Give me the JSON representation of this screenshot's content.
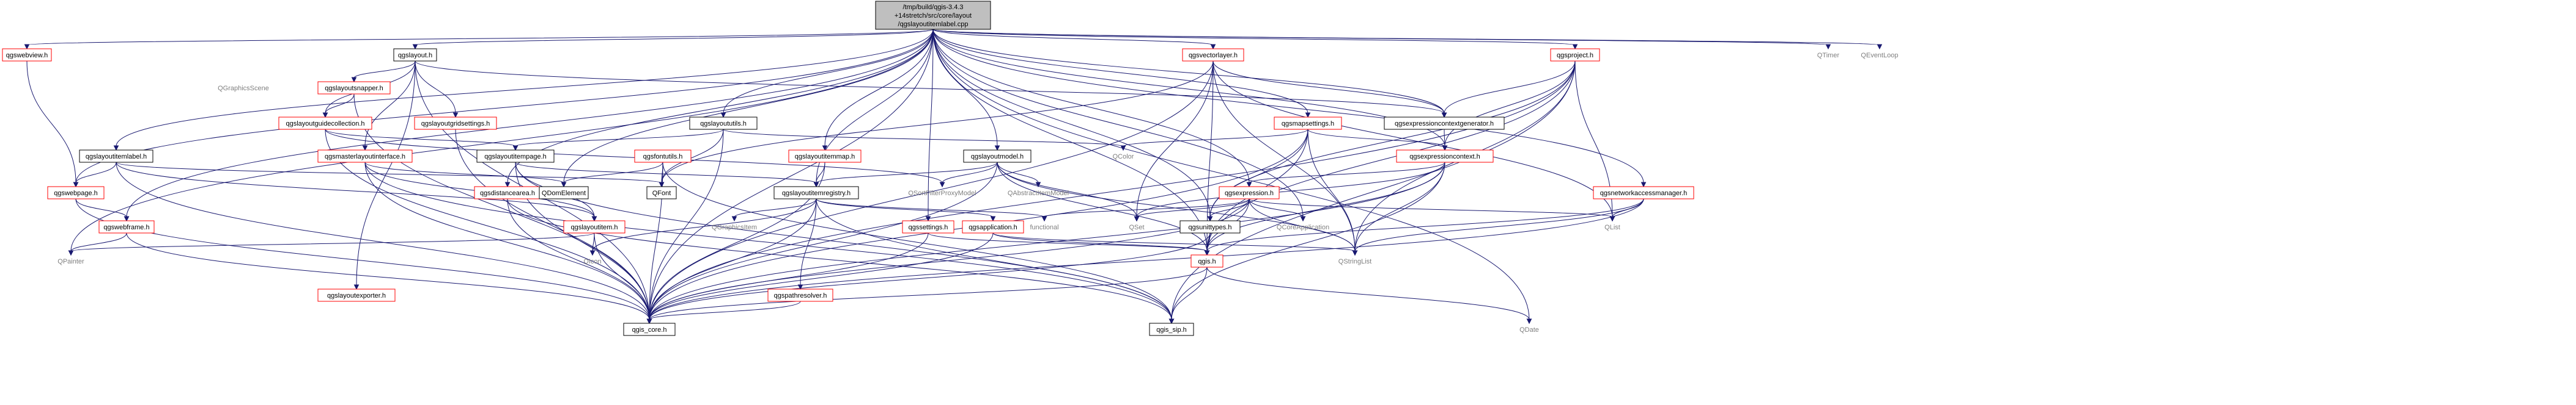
{
  "root_lines": [
    "/tmp/build/qgis-3.4.3",
    "+14stretch/src/core/layout",
    "/qgslayoutitemlabel.cpp"
  ],
  "nodes": {
    "qgswebview": "qgswebview.h",
    "qgslayout": "qgslayout.h",
    "qgsgraphicsscene": "QGraphicsScene",
    "qgslayoutsnapper": "qgslayoutsnapper.h",
    "qgslayoutguidecollection": "qgslayoutguidecollection.h",
    "qgslayoutgridsettings": "qgslayoutgridsettings.h",
    "qgslayoututils": "qgslayoututils.h",
    "qgslayoutitemlabel": "qgslayoutitemlabel.h",
    "qgswebpage": "qgswebpage.h",
    "qgswebframe": "qgswebframe.h",
    "qgsmasterlayoutinterface": "qgsmasterlayoutinterface.h",
    "qgslayoutitempage": "qgslayoutitempage.h",
    "qgsfontutils": "qgsfontutils.h",
    "qgslayoutitemmap": "qgslayoutitemmap.h",
    "qgsdistancearea": "qgsdistancearea.h",
    "qdomelement": "QDomElement",
    "qfont": "QFont",
    "qgslayoutitemregistry": "qgslayoutitemregistry.h",
    "qgslayoutitem": "qgslayoutitem.h",
    "qgraphicsitem": "QGraphicsItem",
    "qpainter": "QPainter",
    "qicon": "QIcon",
    "qgslayoutexporter": "qgslayoutexporter.h",
    "qgis_core": "qgis_core.h",
    "qgslayoutmodel": "qgslayoutmodel.h",
    "qsortfilterproxymodel": "QSortFilterProxyModel",
    "qabstractitemmodel": "QAbstractItemModel",
    "qgsvectorlayer": "qgsvectorlayer.h",
    "qgsmapsettings": "qgsmapsettings.h",
    "qcolor": "QColor",
    "qgsexpressioncontextgenerator": "qgsexpressioncontextgenerator.h",
    "qgsexpressioncontext": "qgsexpressioncontext.h",
    "qgsexpression": "qgsexpression.h",
    "qgssettings": "qgssettings.h",
    "qgsapplication": "qgsapplication.h",
    "qgspathresolver": "qgspathresolver.h",
    "functional": "functional",
    "qset": "QSet",
    "qgsunittypes": "qgsunittypes.h",
    "qcoreapplication": "QCoreApplication",
    "qgis": "qgis.h",
    "qgis_sip": "qgis_sip.h",
    "qstringlist": "QStringList",
    "qlist": "QList",
    "qdate": "QDate",
    "qgsproject": "qgsproject.h",
    "qgsnetworkaccessmanager": "qgsnetworkaccessmanager.h",
    "qtimer": "QTimer",
    "qeventloop": "QEventLoop"
  }
}
